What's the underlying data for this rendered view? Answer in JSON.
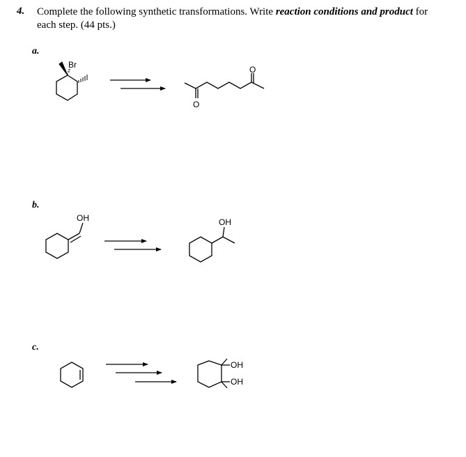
{
  "question": {
    "number": "4.",
    "line1_pre": "Complete the following synthetic transformations. Write ",
    "line1_emph": "reaction conditions and product",
    "line1_post": " for",
    "line2": "each step. (44 pts.)"
  },
  "parts": [
    {
      "label": "a.",
      "start_labels": {
        "halogen": "Br"
      },
      "product_labels": {
        "carbonyl_o_left": "O",
        "carbonyl_o_right": "O"
      }
    },
    {
      "label": "b.",
      "start_labels": {
        "hydroxyl": "OH"
      },
      "product_labels": {
        "hydroxyl": "OH"
      }
    },
    {
      "label": "c.",
      "start_labels": {},
      "product_labels": {
        "hydroxyl_top": "OH",
        "hydroxyl_bottom": "OH"
      }
    }
  ]
}
